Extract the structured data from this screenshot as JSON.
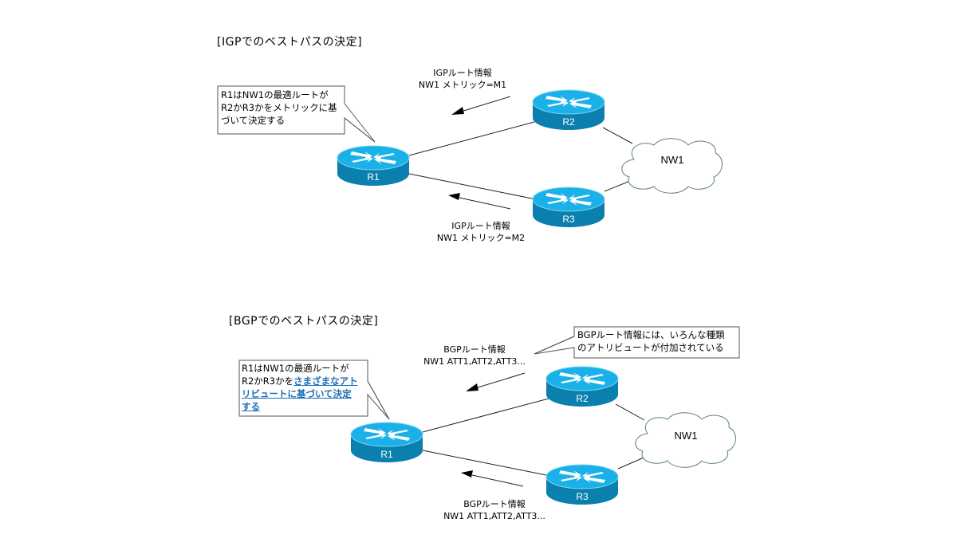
{
  "igp": {
    "title": "[IGPでのベストパスの決定]",
    "callout": [
      "R1はNW1の最適ルートが",
      "R2かR3かをメトリックに基",
      "づいて決定する"
    ],
    "route_info_r2": {
      "line1": "IGPルート情報",
      "line2": "NW1 メトリック=M1"
    },
    "route_info_r3": {
      "line1": "IGPルート情報",
      "line2": "NW1 メトリック=M2"
    },
    "routers": {
      "r1": "R1",
      "r2": "R2",
      "r3": "R3"
    },
    "network": "NW1"
  },
  "bgp": {
    "title": "[BGPでのベストパスの決定]",
    "callout": {
      "line1": "R1はNW1の最適ルートが",
      "line2_plain": "R2かR3かを",
      "line2_highlight": "さまざまなアト",
      "line3_highlight": "リビュートに基づいて決定",
      "line4_highlight": "する"
    },
    "callout_right": [
      "BGPルート情報には、いろんな種類",
      "のアトリビュートが付加されている"
    ],
    "route_info_r2": {
      "line1": "BGPルート情報",
      "line2": "NW1 ATT1,ATT2,ATT3..."
    },
    "route_info_r3": {
      "line1": "BGPルート情報",
      "line2": "NW1 ATT1,ATT2,ATT3..."
    },
    "routers": {
      "r1": "R1",
      "r2": "R2",
      "r3": "R3"
    },
    "network": "NW1"
  },
  "colors": {
    "router_top": "#1ab0e8",
    "router_side": "#0b7fad",
    "cloud_stroke": "#5f7f8a",
    "highlight": "#1f6fb8"
  }
}
